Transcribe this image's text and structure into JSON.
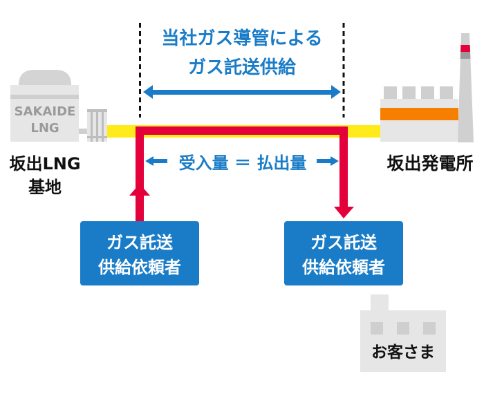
{
  "title": {
    "line1": "当社ガス導管による",
    "line2": "ガス託送供給"
  },
  "balance": {
    "text": "受入量 ＝ 払出量"
  },
  "lng_terminal": {
    "sign_line1": "SAKAIDE",
    "sign_line2": "LNG",
    "label_line1": "坂出LNG",
    "label_line2": "基地"
  },
  "power_plant": {
    "label": "坂出発電所"
  },
  "requesters": [
    {
      "line1": "ガス託送",
      "line2": "供給依頼者",
      "flow": "inbound"
    },
    {
      "line1": "ガス託送",
      "line2": "供給依頼者",
      "flow": "outbound"
    }
  ],
  "customer": {
    "label": "お客さま"
  },
  "colors": {
    "accent_blue": "#1a7cc7",
    "flow_red": "#e4003a",
    "pipe_yellow": "#ffeb1a",
    "plant_orange": "#f77f00",
    "facility_gray": "#e6e6e6"
  }
}
